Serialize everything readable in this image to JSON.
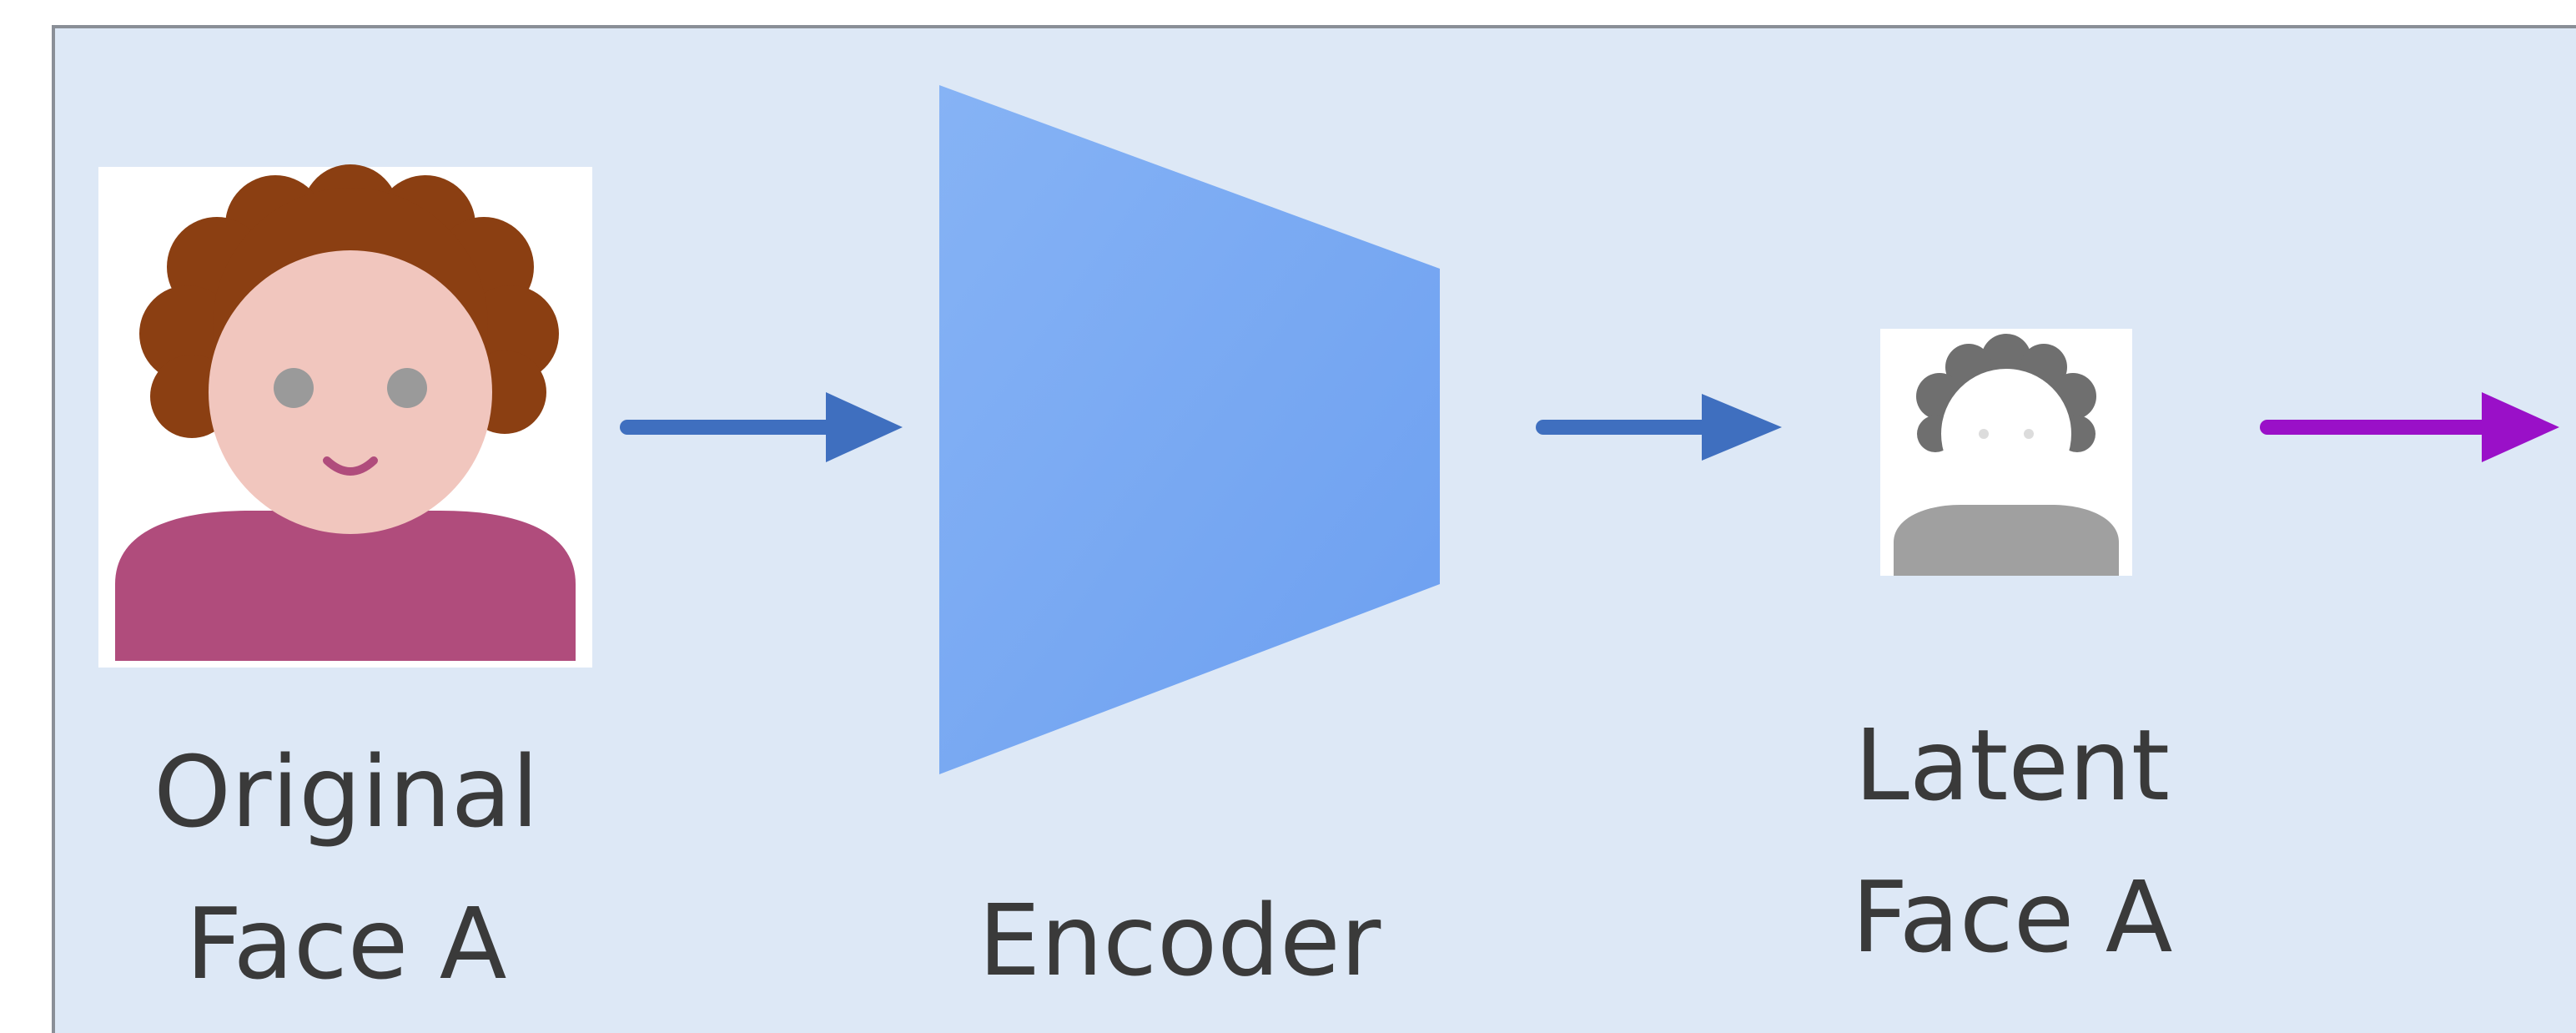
{
  "diagram": {
    "nodes": [
      {
        "id": "original_face",
        "label_lines": [
          "Original",
          "Face A"
        ],
        "icon": "face-a-icon"
      },
      {
        "id": "encoder",
        "label_lines": [
          "Encoder"
        ],
        "shape": "trapezoid"
      },
      {
        "id": "latent_face",
        "label_lines": [
          "Latent",
          "Face A"
        ],
        "icon": "latent-face-icon"
      }
    ],
    "edges": [
      {
        "from": "original_face",
        "to": "encoder",
        "color": "#3f6fbf"
      },
      {
        "from": "encoder",
        "to": "latent_face",
        "color": "#3f6fbf"
      },
      {
        "from": "latent_face",
        "to": "",
        "color": "#9a10c8"
      }
    ]
  },
  "colors": {
    "panel_background": "#dde8f6",
    "panel_border": "#8a8f97",
    "encoder_fill": "#7aa8f2",
    "hair": "#8b3f12",
    "skin": "#f1c6be",
    "shirt": "#b04c7c",
    "arrow_blue": "#3f6fbf",
    "arrow_purple": "#9a10c8"
  }
}
